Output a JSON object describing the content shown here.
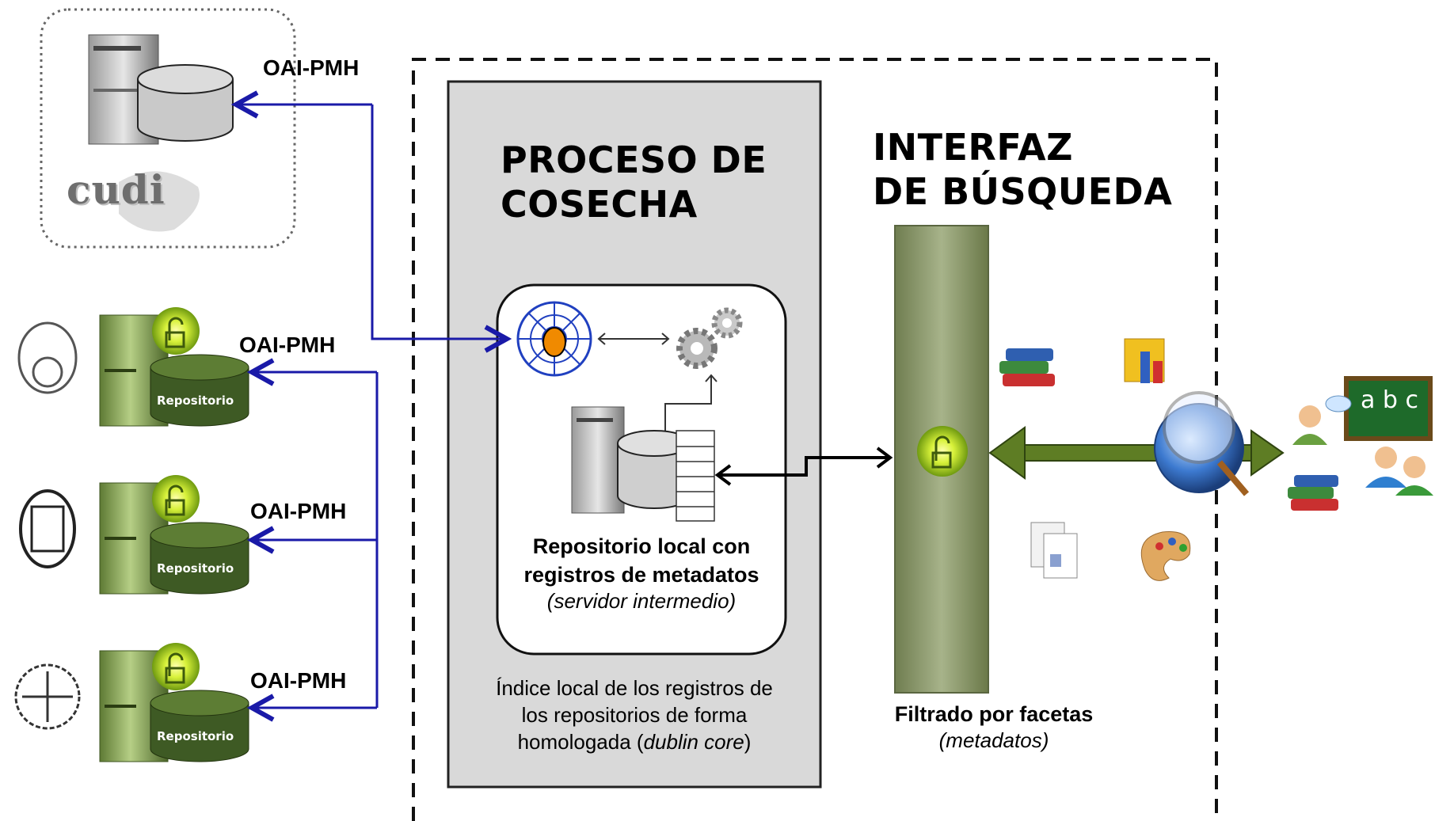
{
  "protocols": {
    "cudi": "OAI-PMH",
    "repo_1": "OAI-PMH",
    "repo_2": "OAI-PMH",
    "repo_3": "OAI-PMH"
  },
  "cudi_logo": "cudi",
  "repository_label": "Repositorio",
  "harvest": {
    "title_line1": "PROCESO DE",
    "title_line2": "COSECHA",
    "local_repo_line1": "Repositorio local con",
    "local_repo_line2": "registros de metadatos",
    "local_repo_note": "(servidor intermedio)",
    "index_line1": "Índice local de los registros de",
    "index_line2": "los repositorios de forma",
    "index_line3_prefix": "homologada (",
    "index_line3_italic": "dublin core",
    "index_line3_suffix": ")"
  },
  "search": {
    "title_line1": "INTERFAZ",
    "title_line2": "DE BÚSQUEDA",
    "filter_label": "Filtrado por facetas",
    "filter_note": "(metadatos)"
  },
  "chalkboard_text": "a b c",
  "colors": {
    "protocol_arrow": "#1a1aa8",
    "harvest_panel": "#d9d9d9",
    "filter_bar": "#8a9a6a",
    "green_arrow": "#4a6a1a",
    "repo_db": "#3e5a24"
  }
}
